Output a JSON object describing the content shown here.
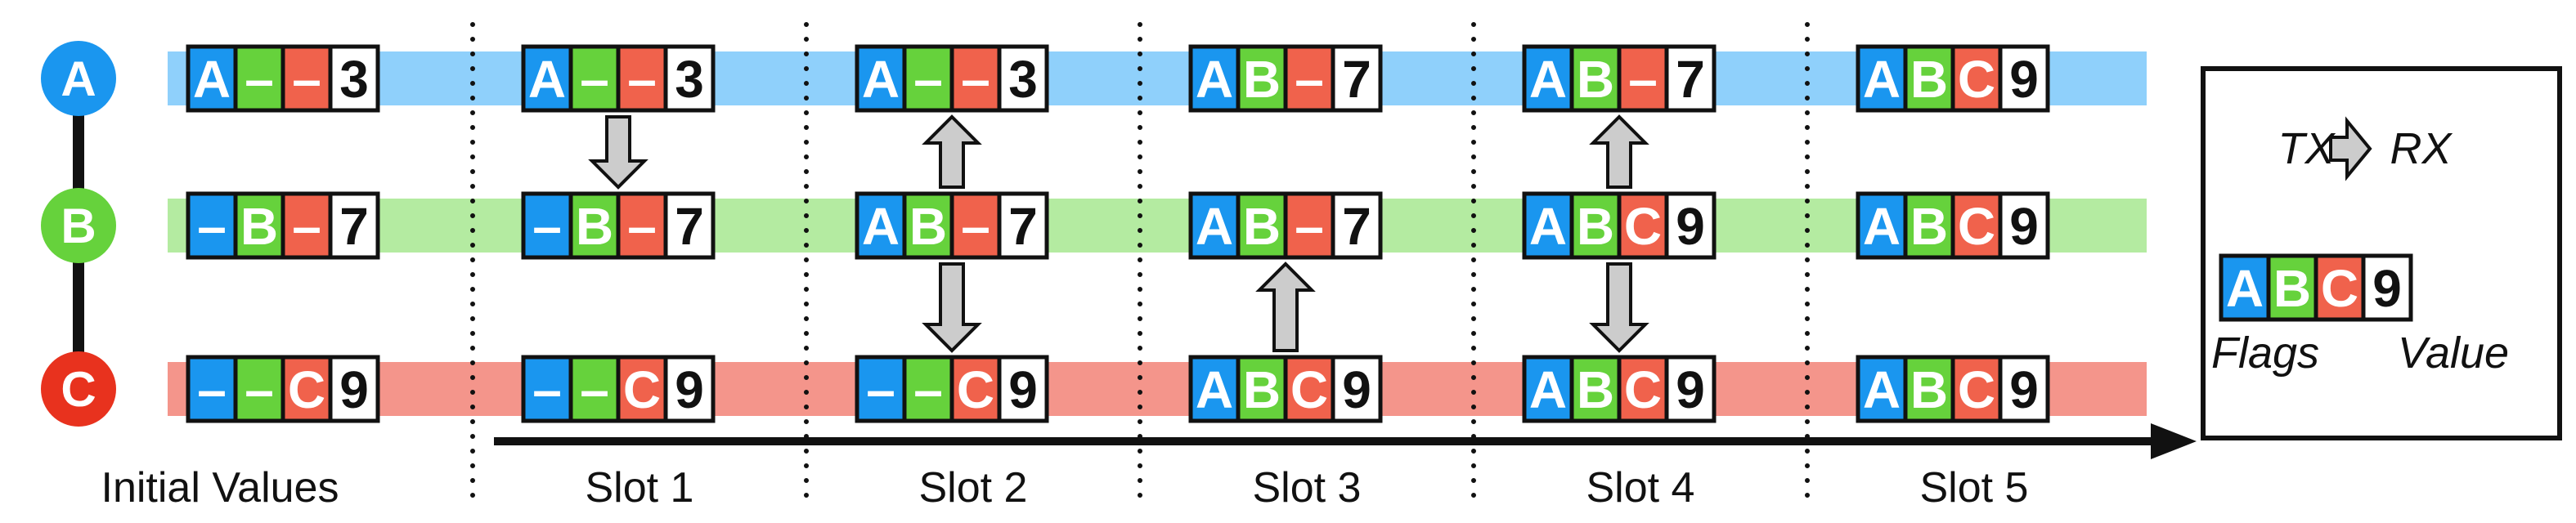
{
  "colors": {
    "a_fill": "#1a96ef",
    "b_fill": "#66d23c",
    "c_fill": "#f0624c",
    "value_fill": "#ffffff",
    "a_band": "#8fd0fb",
    "b_band": "#b4eba1",
    "c_band": "#f4958b",
    "arrow_fill": "#cccccc",
    "node_a": "#1a96ef",
    "node_b": "#66d23c",
    "node_c": "#e8321e",
    "line": "#111111"
  },
  "nodes": [
    "A",
    "B",
    "C"
  ],
  "columns": [
    "Initial Values",
    "Slot 1",
    "Slot 2",
    "Slot 3",
    "Slot 4",
    "Slot 5"
  ],
  "grid": [
    [
      [
        "A",
        "–",
        "–",
        "3"
      ],
      [
        "–",
        "B",
        "–",
        "7"
      ],
      [
        "–",
        "–",
        "C",
        "9"
      ]
    ],
    [
      [
        "A",
        "–",
        "–",
        "3"
      ],
      [
        "–",
        "B",
        "–",
        "7"
      ],
      [
        "–",
        "–",
        "C",
        "9"
      ]
    ],
    [
      [
        "A",
        "–",
        "–",
        "3"
      ],
      [
        "A",
        "B",
        "–",
        "7"
      ],
      [
        "–",
        "–",
        "C",
        "9"
      ]
    ],
    [
      [
        "A",
        "B",
        "–",
        "7"
      ],
      [
        "A",
        "B",
        "–",
        "7"
      ],
      [
        "A",
        "B",
        "C",
        "9"
      ]
    ],
    [
      [
        "A",
        "B",
        "–",
        "7"
      ],
      [
        "A",
        "B",
        "C",
        "9"
      ],
      [
        "A",
        "B",
        "C",
        "9"
      ]
    ],
    [
      [
        "A",
        "B",
        "C",
        "9"
      ],
      [
        "A",
        "B",
        "C",
        "9"
      ],
      [
        "A",
        "B",
        "C",
        "9"
      ]
    ]
  ],
  "transfers": [
    {
      "column": 1,
      "from": "A",
      "to": "B"
    },
    {
      "column": 2,
      "from": "B",
      "to": "A"
    },
    {
      "column": 2,
      "from": "B",
      "to": "C"
    },
    {
      "column": 3,
      "from": "C",
      "to": "B"
    },
    {
      "column": 4,
      "from": "B",
      "to": "A"
    },
    {
      "column": 4,
      "from": "B",
      "to": "C"
    }
  ],
  "legend": {
    "tx": "TX",
    "rx": "RX",
    "sample": [
      "A",
      "B",
      "C",
      "9"
    ],
    "flags_label": "Flags",
    "value_label": "Value"
  }
}
